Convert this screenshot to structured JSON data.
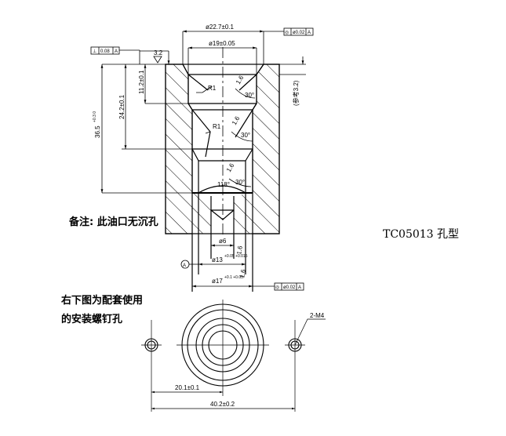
{
  "title": "TC05013 孔型",
  "notes": {
    "remark": "备注: 此油口无沉孔",
    "companion_line1": "右下图为配套使用",
    "companion_line2": "的安装螺钉孔"
  },
  "dimensions": {
    "d_outer_top": "ø22.7±0.1",
    "d_upper_bore": "ø19±0.05",
    "depth_1": "11.2±0.1",
    "depth_2": "24.2±0.1",
    "depth_3": "36.5",
    "depth_3_tol": "+0.3 0",
    "chamfer_note": "(参考3.2)",
    "radius_1": "R1",
    "radius_2": "R1",
    "angle_1": "30°",
    "angle_2": "30°",
    "angle_3": "30°",
    "drill_angle": "118°",
    "d_hole": "ø6",
    "d_13": "ø13",
    "d_13_tol": "+0.05 +0.015",
    "d_17": "ø17",
    "d_17_tol": "+0.1 +0.05",
    "pitch_half": "20.1±0.1",
    "pitch_full": "40.2±0.2",
    "screw": "2-M4"
  },
  "surface": {
    "top": "3.2",
    "r1": "1.6",
    "r2": "1.6",
    "r3": "1.6",
    "r4": "1.6",
    "r5": "1.6"
  },
  "tolerances": {
    "perpendicular": {
      "symbol": "⊥",
      "value": "0.08",
      "datum": "A"
    },
    "concentric_top": {
      "symbol": "◎",
      "value": "ø0.02",
      "datum": "A"
    },
    "concentric_bottom": {
      "symbol": "◎",
      "value": "ø0.02",
      "datum": "A"
    }
  },
  "datum_label": "A"
}
